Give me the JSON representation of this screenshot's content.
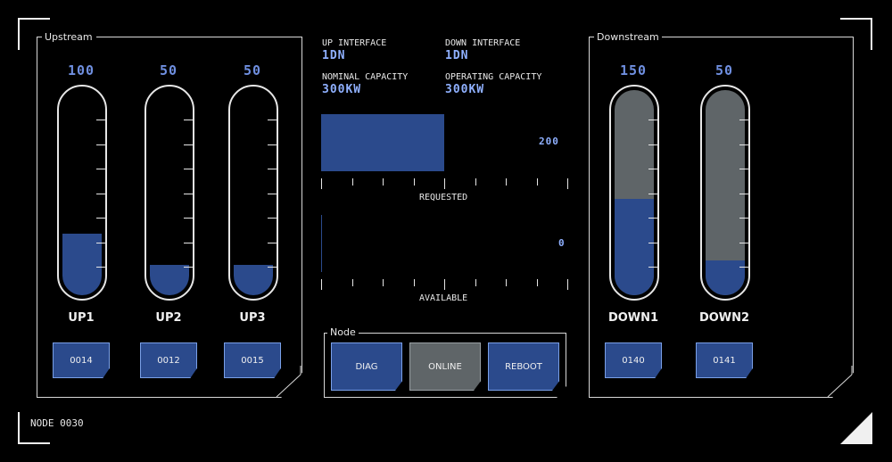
{
  "upstream": {
    "title": "Upstream",
    "tanks": [
      {
        "label": "UP1",
        "value": "100",
        "fill": 0.3,
        "id": "0014"
      },
      {
        "label": "UP2",
        "value": "50",
        "fill": 0.15,
        "id": "0012"
      },
      {
        "label": "UP3",
        "value": "50",
        "fill": 0.15,
        "id": "0015"
      }
    ]
  },
  "downstream": {
    "title": "Downstream",
    "tanks": [
      {
        "label": "DOWN1",
        "value": "150",
        "fill": 0.47,
        "id": "0140"
      },
      {
        "label": "DOWN2",
        "value": "50",
        "fill": 0.17,
        "id": "0141"
      }
    ]
  },
  "interfaces": {
    "up_label": "UP INTERFACE",
    "up_value": "1DN",
    "down_label": "DOWN INTERFACE",
    "down_value": "1DN",
    "nominal_label": "NOMINAL CAPACITY",
    "nominal_value": "300KW",
    "operating_label": "OPERATING CAPACITY",
    "operating_value": "300KW"
  },
  "requested": {
    "label": "REQUESTED",
    "value": "200",
    "fraction": 0.5
  },
  "available": {
    "label": "AVAILABLE",
    "value": "0",
    "fraction": 0.0
  },
  "node_panel": {
    "title": "Node",
    "buttons": [
      {
        "label": "DIAG"
      },
      {
        "label": "ONLINE"
      },
      {
        "label": "REBOOT"
      }
    ]
  },
  "footer": {
    "node_label": "NODE 0030"
  },
  "colors": {
    "fill": "#2b4a8c",
    "empty": "#5f6568",
    "accent": "#7aa0e8",
    "value_text": "#6f8fe0"
  }
}
